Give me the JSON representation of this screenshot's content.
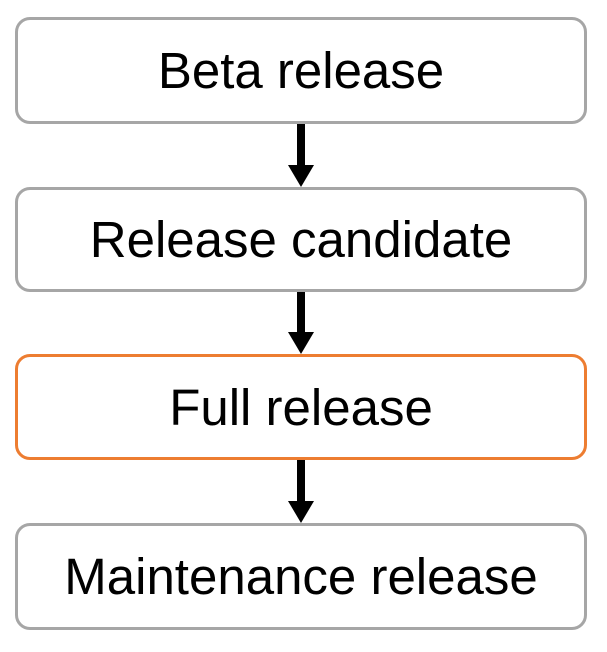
{
  "flowchart": {
    "type": "vertical-sequence",
    "nodes": [
      {
        "label": "Beta release",
        "variant": "default"
      },
      {
        "label": "Release candidate",
        "variant": "default"
      },
      {
        "label": "Full release",
        "variant": "accent"
      },
      {
        "label": "Maintenance release",
        "variant": "default"
      }
    ],
    "connections": [
      {
        "from": "Beta release",
        "to": "Release candidate",
        "style": "arrow-down"
      },
      {
        "from": "Release candidate",
        "to": "Full release",
        "style": "arrow-down"
      },
      {
        "from": "Full release",
        "to": "Maintenance release",
        "style": "arrow-down"
      }
    ]
  },
  "colors": {
    "node-border": "#A6A6A6",
    "accent-border": "#ED7D31",
    "node-fill": "#FFFFFF",
    "text": "#000000",
    "arrow": "#000000",
    "background": "#FFFFFF"
  }
}
